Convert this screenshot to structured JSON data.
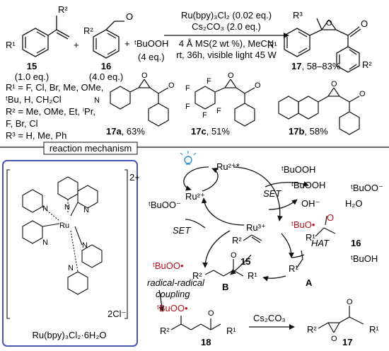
{
  "scheme": {
    "compound_15": "15",
    "compound_15_eq": "(1.0 eq.)",
    "compound_16": "16",
    "compound_16_eq": "(4.0 eq.)",
    "tbuooh": "ᵗBuOOH",
    "tbuooh_eq": "(4 eq.)",
    "reagent_line1": "Ru(bpy)₃Cl₂ (0.02 eq.)",
    "reagent_line2": "Cs₂CO₃ (2.0 eq.)",
    "condition_line1": "4 Å MS(2 wt %), MeCN",
    "condition_line2": "rt, 36h, visible light 45 W",
    "product_label": "17",
    "product_yield": ", 58–83%",
    "r_groups": [
      "R¹ = F, Cl, Br, Me, OMe,",
      "ᵗBu, H, CH₂Cl",
      "R² = Me, OMe, Et, ⁱPr,",
      "F, Br, Cl",
      "R³ = H, Me, Ph"
    ],
    "examples": [
      {
        "id": "17a",
        "yield": ", 63%"
      },
      {
        "id": "17c",
        "yield": ", 51%"
      },
      {
        "id": "17b",
        "yield": ", 58%"
      }
    ]
  },
  "mechanism": {
    "tab_label": "reaction mechanism",
    "catalyst_charge": "2+",
    "counter_ion": "2Cl⁻",
    "catalyst_name": "Ru(bpy)₃Cl₂·6H₂O",
    "ru_star": "Ru²⁺*",
    "ru2": "Ru²⁺",
    "ru3": "Ru³⁺",
    "set": "SET",
    "hat": "HAT",
    "tbuooh": "ᵗBuOOH",
    "tbuoo_minus": "ᵗBuOO⁻",
    "oh_minus": "OH⁻",
    "water": "H₂O",
    "tbuo_rad": "ᵗBuO•",
    "tbuoh": "ᵗBuOH",
    "tbuoo_rad": "ᵗBuOO•",
    "radical_A": "A",
    "radical_B": "B",
    "label_15": "15",
    "label_16": "16",
    "label_18": "18",
    "label_17": "17",
    "coupling_line1": "radical-radical",
    "coupling_line2": "coupling",
    "cs2co3": "Cs₂CO₃",
    "r1": "R¹",
    "r2": "R²"
  },
  "colors": {
    "red": "#b3121b",
    "box_border": "#4a55b5",
    "bulb": "#2b8fd6"
  }
}
